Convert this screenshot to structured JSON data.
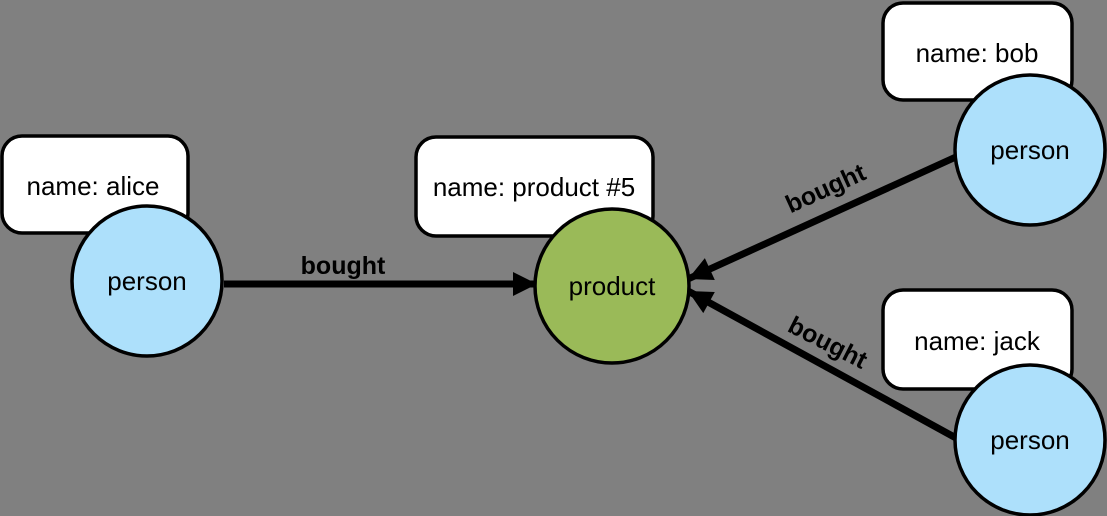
{
  "canvas": {
    "background": "#808080"
  },
  "colors": {
    "person_fill": "#ADE0FB",
    "product_fill": "#9ABA58",
    "box_fill": "#FFFFFF",
    "stroke": "#000000"
  },
  "nodes": [
    {
      "id": "alice",
      "kind": "person",
      "label": "person",
      "property": "name: alice"
    },
    {
      "id": "product",
      "kind": "product",
      "label": "product",
      "property": "name: product #5"
    },
    {
      "id": "bob",
      "kind": "person",
      "label": "person",
      "property": "name: bob"
    },
    {
      "id": "jack",
      "kind": "person",
      "label": "person",
      "property": "name: jack"
    }
  ],
  "edges": [
    {
      "from": "alice",
      "to": "product",
      "label": "bought"
    },
    {
      "from": "bob",
      "to": "product",
      "label": "bought"
    },
    {
      "from": "jack",
      "to": "product",
      "label": "bought"
    }
  ]
}
